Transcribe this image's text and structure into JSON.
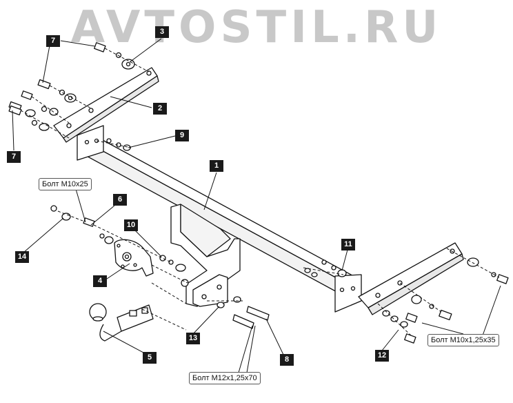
{
  "watermark": "AVTOSTIL.RU",
  "callouts": {
    "c1": "1",
    "c2": "2",
    "c3": "3",
    "c4": "4",
    "c5": "5",
    "c6": "6",
    "c7a": "7",
    "c7b": "7",
    "c8": "8",
    "c9": "9",
    "c10": "10",
    "c11": "11",
    "c12": "12",
    "c13": "13",
    "c14": "14"
  },
  "labels": {
    "bolt_m10x25": "Болт М10х25",
    "bolt_m10x125x35": "Болт М10х1,25х35",
    "bolt_m12x125x70": "Болт М12х1,25х70"
  }
}
